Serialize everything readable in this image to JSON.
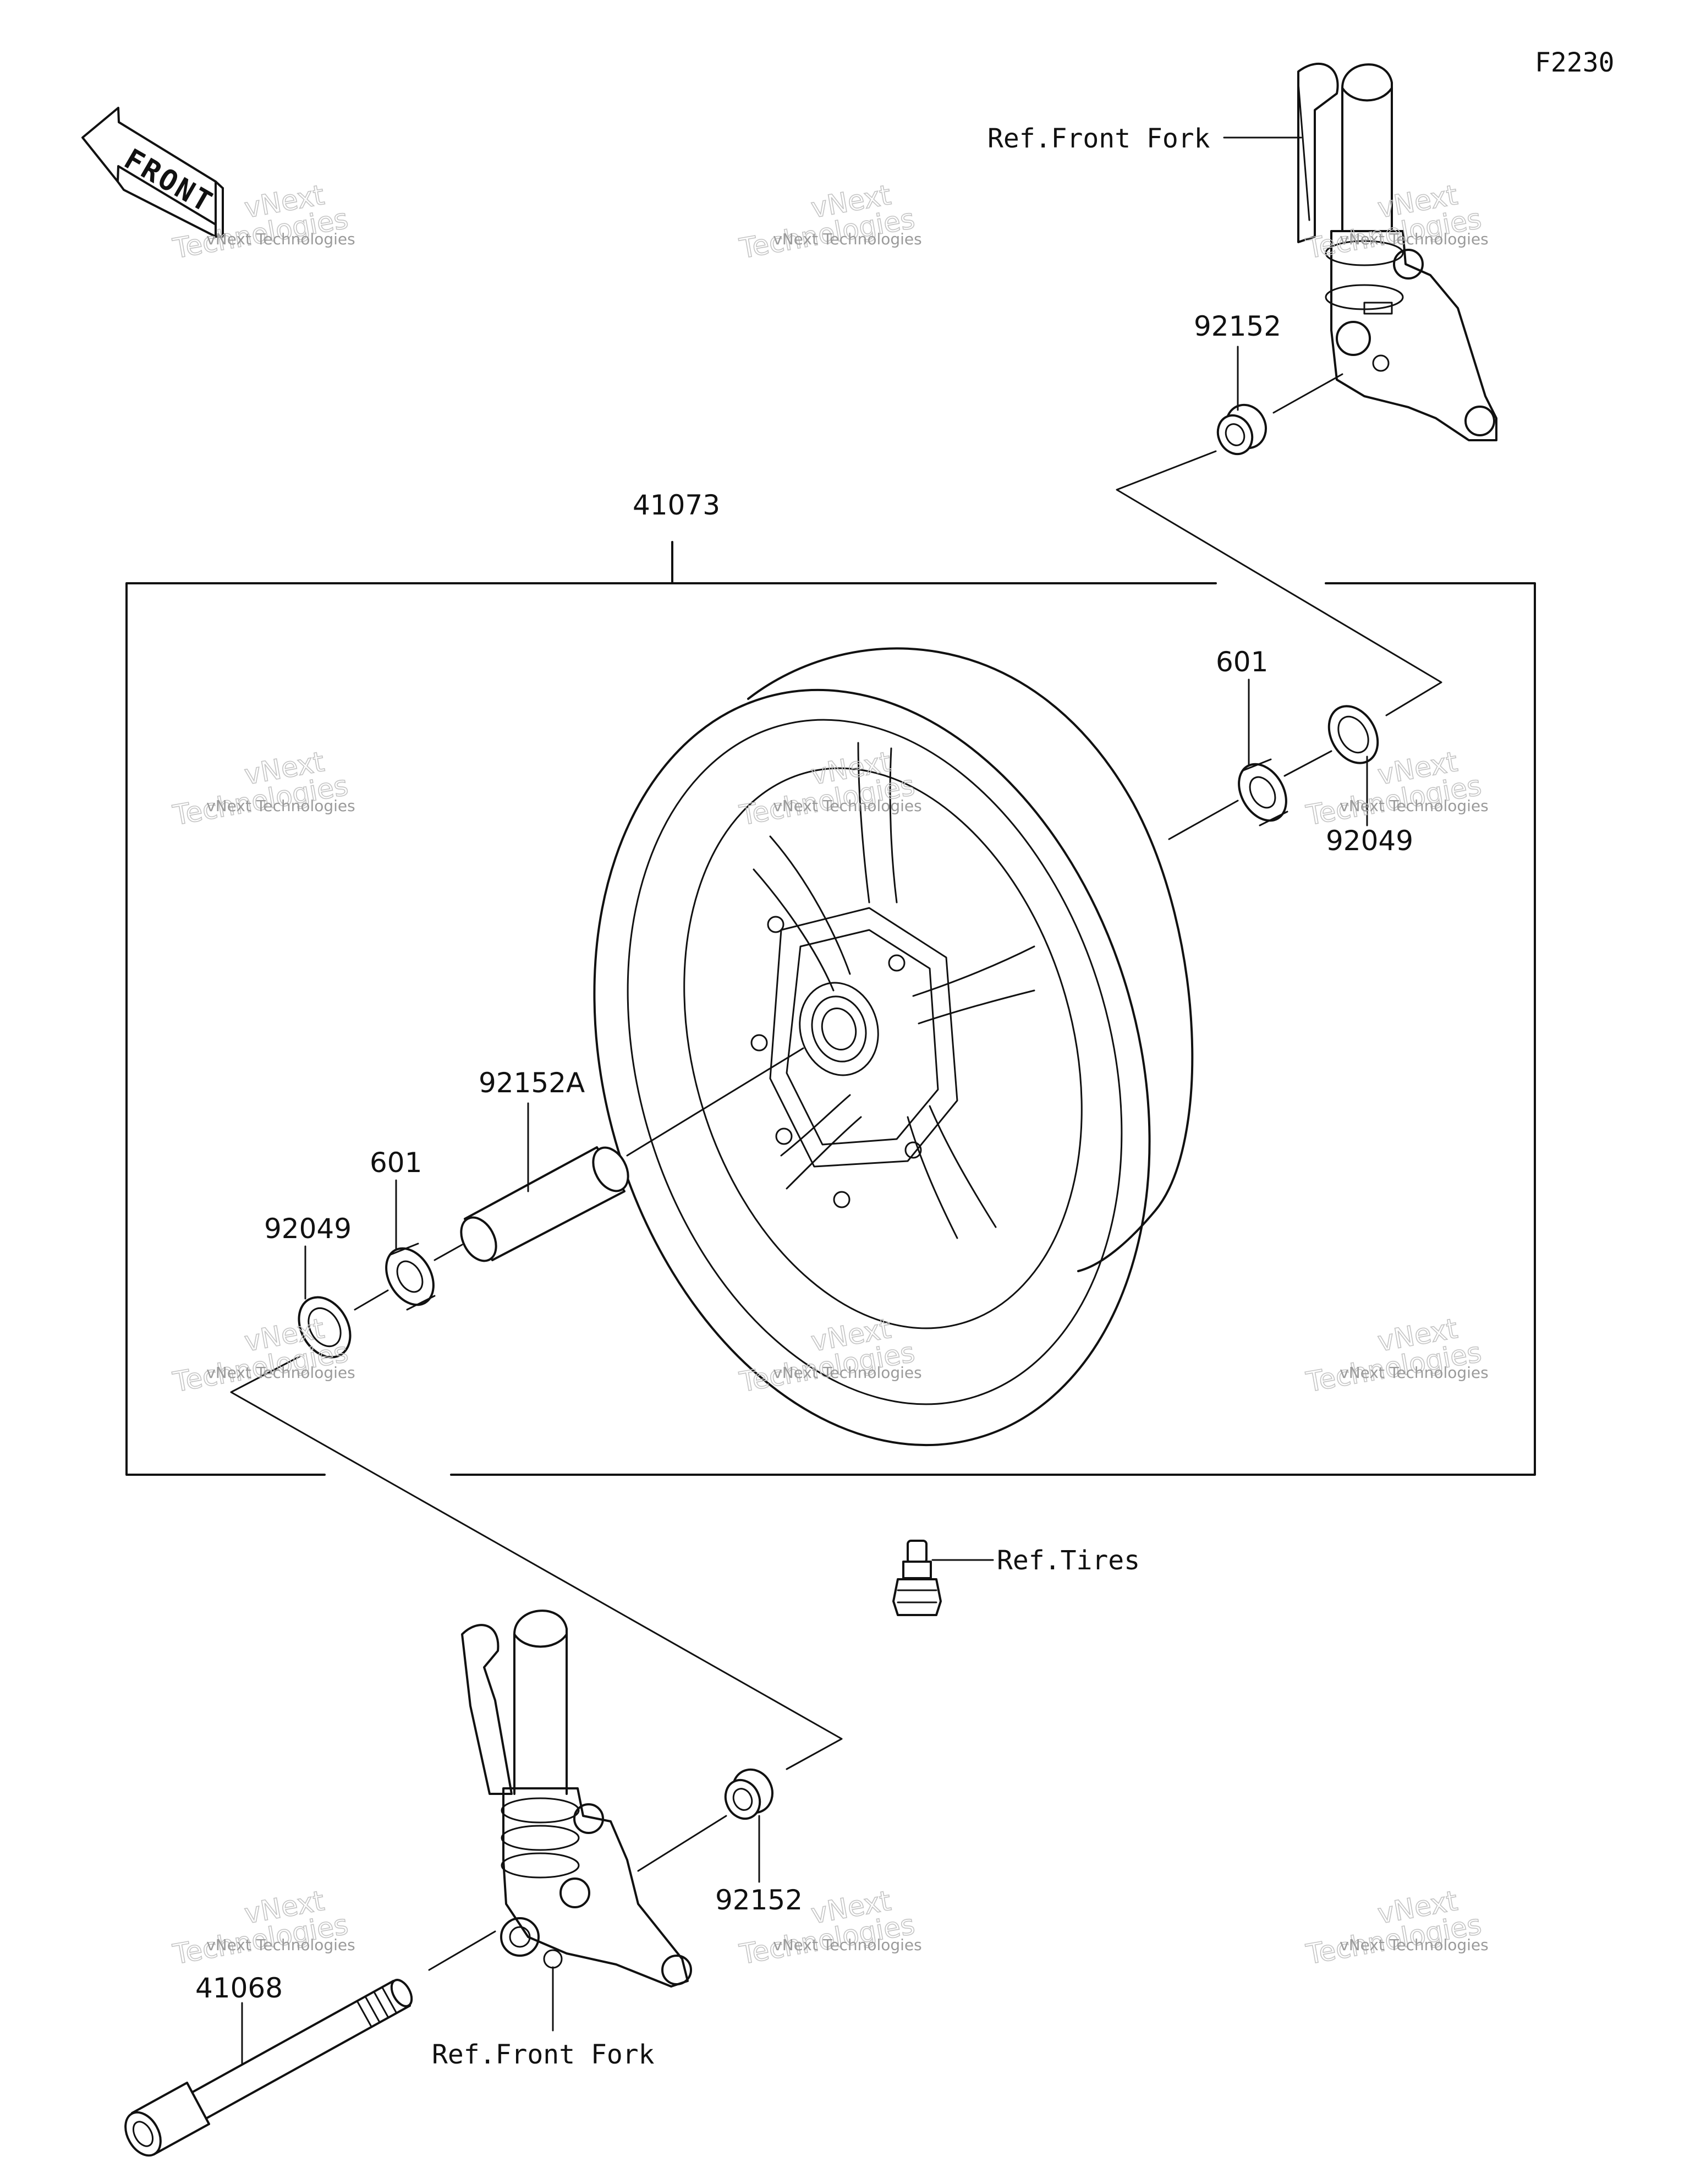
{
  "figure_code": "F2230",
  "front_arrow_label": "FRONT",
  "references": {
    "front_fork_top": "Ref.Front Fork",
    "front_fork_bottom": "Ref.Front Fork",
    "tires": "Ref.Tires"
  },
  "parts": {
    "wheel_assembly": "41073",
    "collar_top": "92152",
    "bearing_right": "601",
    "seal_right": "92049",
    "distance_collar": "92152A",
    "bearing_left": "601",
    "seal_left": "92049",
    "collar_bottom": "92152",
    "axle": "41068"
  },
  "watermark": {
    "line1": "vNext Technologies",
    "line2": "vNext",
    "line3": "Technologies"
  }
}
